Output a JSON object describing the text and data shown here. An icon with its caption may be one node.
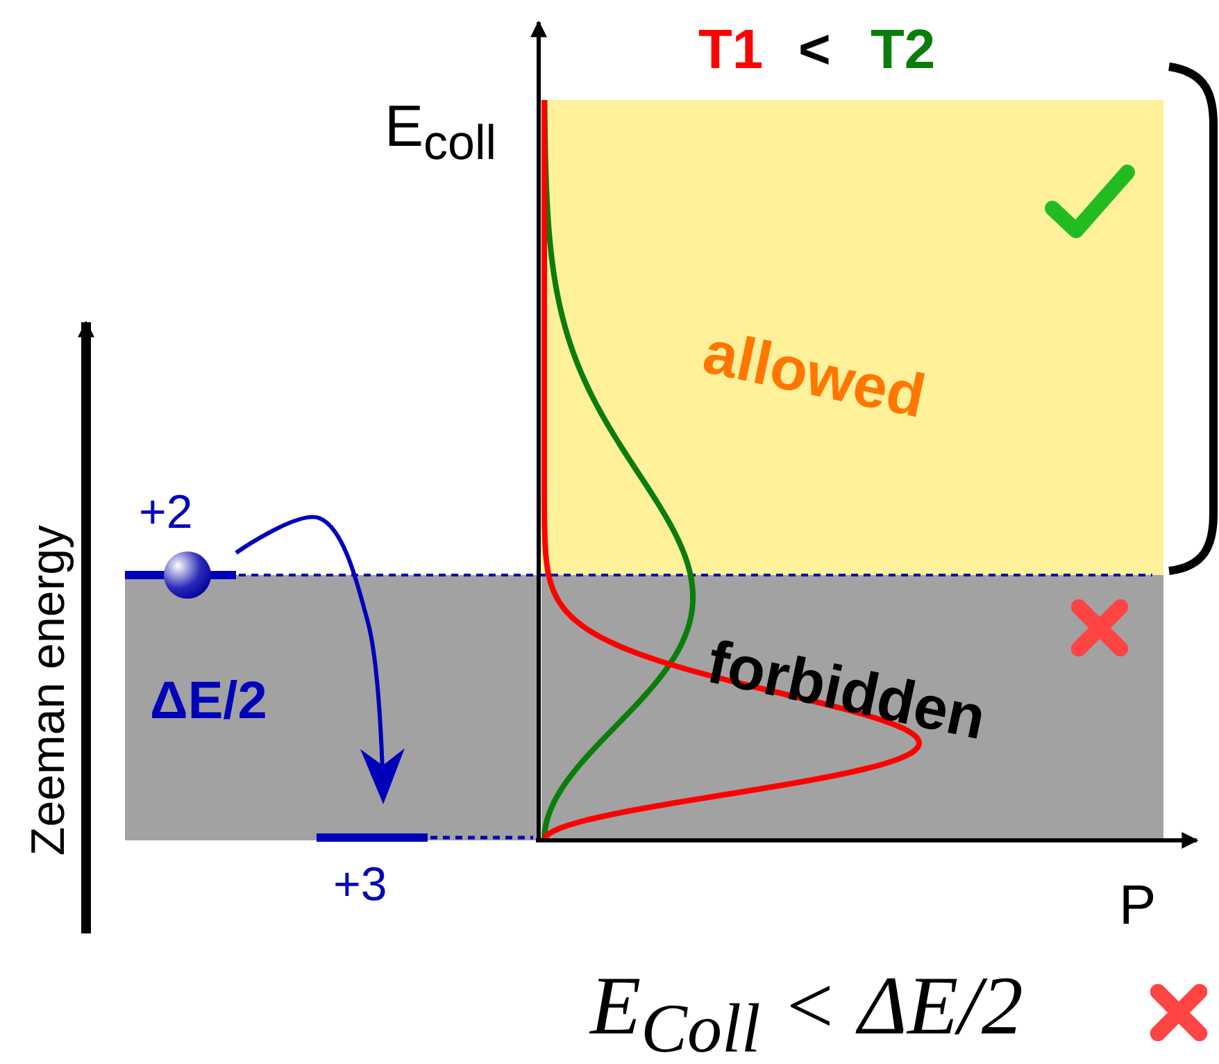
{
  "diagram": {
    "nodes": [
      {
        "text": [
          "+2"
        ]
      },
      {
        "text": [
          "+3"
        ]
      }
    ],
    "edges": [
      {
        "from": 0,
        "to": 1,
        "arrow": "to"
      }
    ],
    "labels": [
      "T1",
      "<",
      "T2",
      "E$_{coll}$",
      "allowed",
      "Zeeman energy",
      "forbidden",
      "ΔE/2",
      "P",
      "E$_{Coll}$ < ΔE/2"
    ]
  }
}
